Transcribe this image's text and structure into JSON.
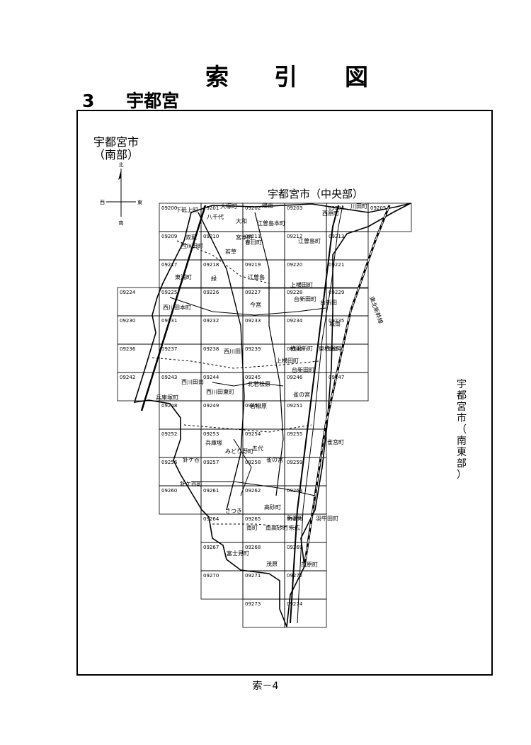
{
  "title_chars": [
    "索",
    "引",
    "図"
  ],
  "subtitle": {
    "number": "3",
    "name": "宇都宮"
  },
  "city_main": [
    "宇都宮市",
    "（南部）"
  ],
  "compass": {
    "north": "北",
    "south": "南",
    "east": "東",
    "west": "西"
  },
  "center_label": "宇都宮市（中央部）",
  "southeast_label": "宇都宮市（南東部）",
  "page_number": "索－4",
  "grid_cells": [
    "09200",
    "09201",
    "09202",
    "09203",
    "09204",
    "09205",
    "09209",
    "09210",
    "09211",
    "09212",
    "09213",
    "09217",
    "09218",
    "09219",
    "09220",
    "09221",
    "09224",
    "09225",
    "09226",
    "09227",
    "09228",
    "09229",
    "09230",
    "09231",
    "09232",
    "09233",
    "09234",
    "09235",
    "09236",
    "09237",
    "09238",
    "09239",
    "09240",
    "09241",
    "09242",
    "09243",
    "09244",
    "09245",
    "09246",
    "09247",
    "09248",
    "09249",
    "09250",
    "09251",
    "09252",
    "09253",
    "09254",
    "09255",
    "09256",
    "09257",
    "09258",
    "09259",
    "09260",
    "09261",
    "09262",
    "09263",
    "09264",
    "09265",
    "09266",
    "09267",
    "09268",
    "09269",
    "09270",
    "09271",
    "09272",
    "09273",
    "09274"
  ],
  "place_names": [
    "下砥上町",
    "大塚町",
    "八千代",
    "大和",
    "陽南",
    "江曽島本町",
    "西原町",
    "川田町",
    "双葉",
    "西川田町",
    "宮本町",
    "春日町",
    "江曽島町",
    "若草",
    "緑",
    "江曽島",
    "上横田町",
    "東浦町",
    "西川田本町",
    "今宮",
    "台新田町",
    "台新田",
    "城南",
    "西川田",
    "横田新町",
    "東横田町",
    "上横田町",
    "台新田町",
    "西川田南",
    "北若松原",
    "西川田東町",
    "兵庫塚町",
    "若松原",
    "雀の宮",
    "雀宮町",
    "兵庫塚",
    "五代",
    "針ケ谷",
    "針ケ谷町",
    "みどり野町",
    "雀の宮",
    "さつき",
    "高砂町",
    "南町",
    "南高砂町",
    "末広",
    "新富町",
    "羽牛田町",
    "富士見町",
    "茂原",
    "茂原町",
    "東北新幹線"
  ]
}
